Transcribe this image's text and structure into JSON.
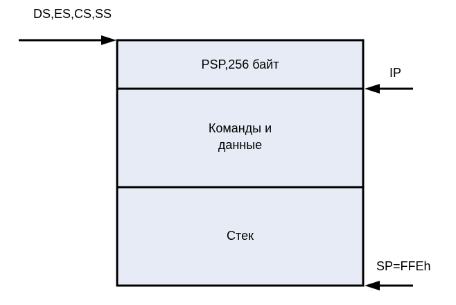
{
  "colors": {
    "segment_fill": "#e6ebf5",
    "stroke": "#000000"
  },
  "labels": {
    "segment_registers": "DS,ES,CS,SS",
    "instruction_pointer": "IP",
    "stack_pointer": "SP=FFEh"
  },
  "segments": [
    {
      "lines": [
        "PSP,256 байт"
      ]
    },
    {
      "lines": [
        "Команды и",
        "данные"
      ]
    },
    {
      "lines": [
        "Стек"
      ]
    }
  ]
}
